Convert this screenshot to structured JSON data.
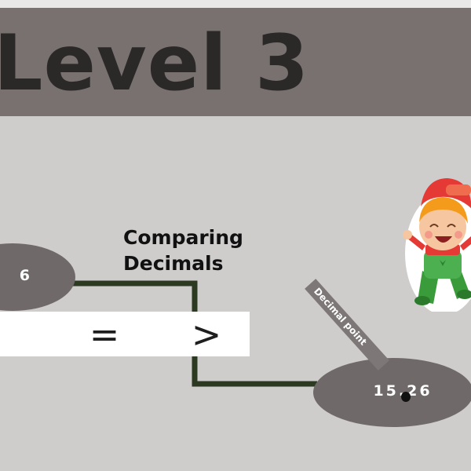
{
  "level": {
    "title": "Level 3"
  },
  "topic": {
    "line1": "Comparing",
    "line2": "Decimals"
  },
  "numbers": {
    "left_value": "6",
    "right_value": "15.26"
  },
  "pointer": {
    "label": "Decimal point"
  },
  "answer_bar": {
    "symbols": [
      "=",
      ">"
    ]
  },
  "colors": {
    "background": "#cfcccc",
    "banner": "#787170",
    "oval": "#6f6a69",
    "connector": "#2d3a22"
  }
}
